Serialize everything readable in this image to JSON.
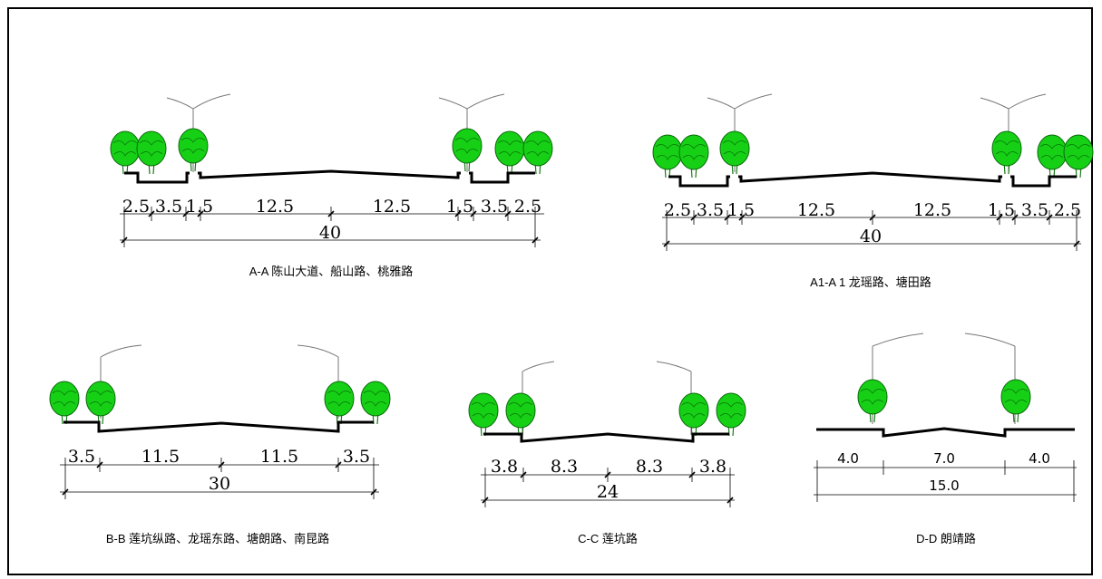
{
  "sections": [
    {
      "id": "AA",
      "caption": "A-A  陈山大道、船山路、桃雅路",
      "widths": [
        "2.5",
        "3.5",
        "1.5",
        "12.5",
        "12.5",
        "1.5",
        "3.5",
        "2.5"
      ],
      "total": "40"
    },
    {
      "id": "A1",
      "caption": "A1-A 1 龙瑶路、塘田路",
      "widths": [
        "2.5",
        "3.5",
        "1.5",
        "12.5",
        "12.5",
        "1.5",
        "3.5",
        "2.5"
      ],
      "total": "40"
    },
    {
      "id": "BB",
      "caption": "B-B  莲坑纵路、龙瑶东路、塘朗路、南昆路",
      "widths": [
        "3.5",
        "11.5",
        "11.5",
        "3.5"
      ],
      "total": "30"
    },
    {
      "id": "CC",
      "caption": "C-C  莲坑路",
      "widths": [
        "3.8",
        "8.3",
        "8.3",
        "3.8"
      ],
      "total": "24"
    },
    {
      "id": "DD",
      "caption": "D-D  朗靖路",
      "widths": [
        "4.0",
        "7.0",
        "4.0"
      ],
      "total": "15.0"
    }
  ]
}
